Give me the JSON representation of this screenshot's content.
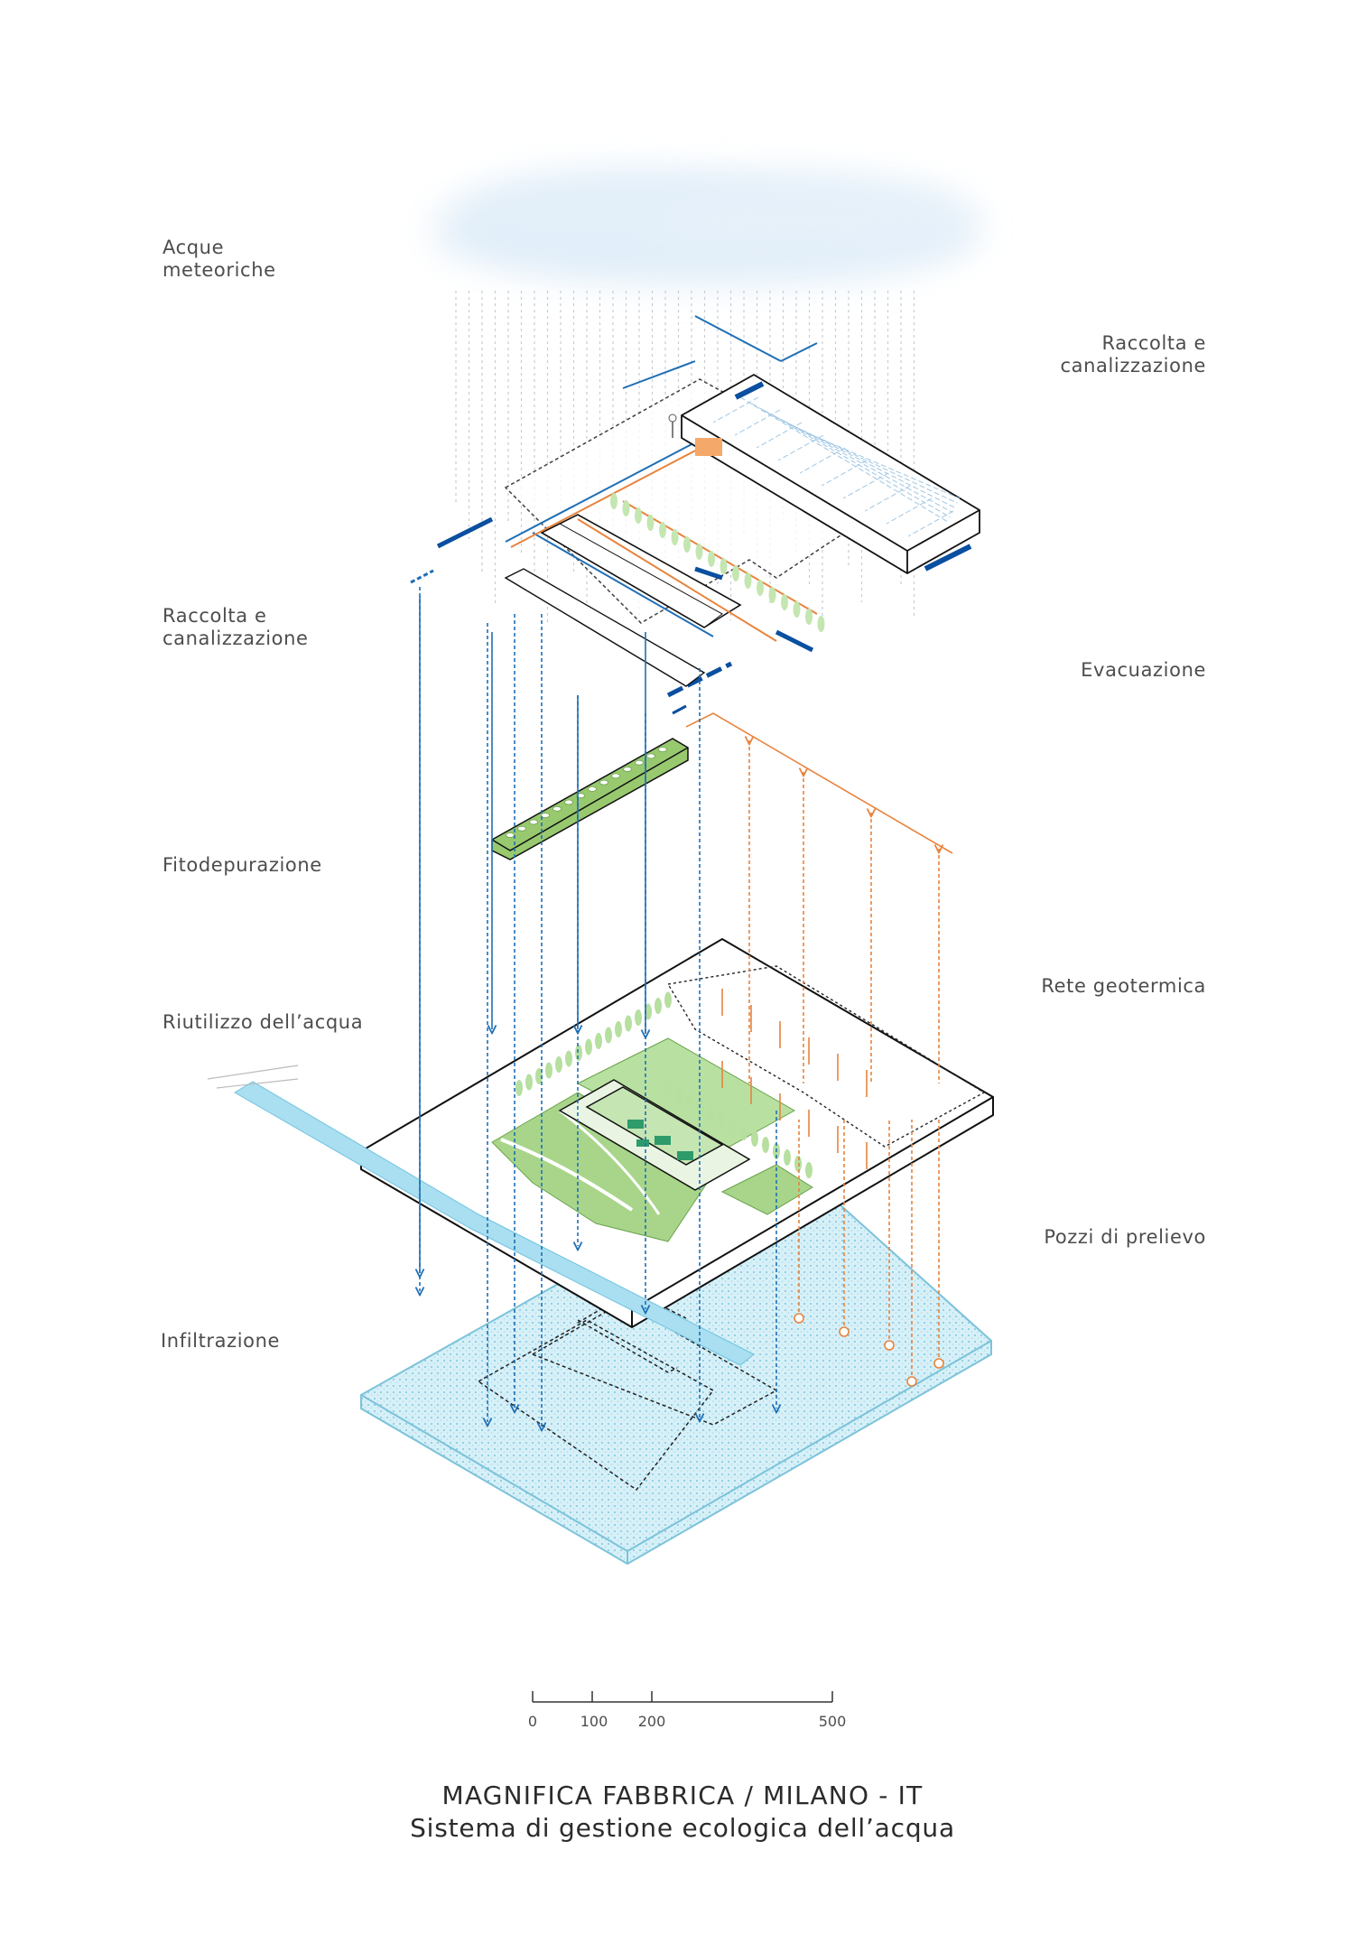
{
  "labels": {
    "acque_meteoriche": "Acque\nmeteoriche",
    "raccolta_top": "Raccolta e\ncanalizzazione",
    "raccolta_left": "Raccolta e\ncanalizzazione",
    "evacuazione": "Evacuazione",
    "fitodepurazione": "Fitodepurazione",
    "rete_geotermica": "Rete geotermica",
    "riutilizzo": "Riutilizzo dell’acqua",
    "pozzi": "Pozzi di prelievo",
    "infiltrazione": "Infiltrazione"
  },
  "scale_bar": {
    "ticks": [
      "0",
      "100",
      "200",
      "500"
    ]
  },
  "title": {
    "line1": "MAGNIFICA FABBRICA / MILANO - IT",
    "line2": "Sistema di gestione ecologica dell’acqua"
  },
  "colors": {
    "water_blue": "#1f6fb5",
    "deep_blue": "#0a4fa0",
    "geothermal_orange": "#e8843e",
    "vegetation_green": "#9fcf7d",
    "aquifer_blue": "#bfe6f2",
    "outline": "#1a1a1a"
  }
}
